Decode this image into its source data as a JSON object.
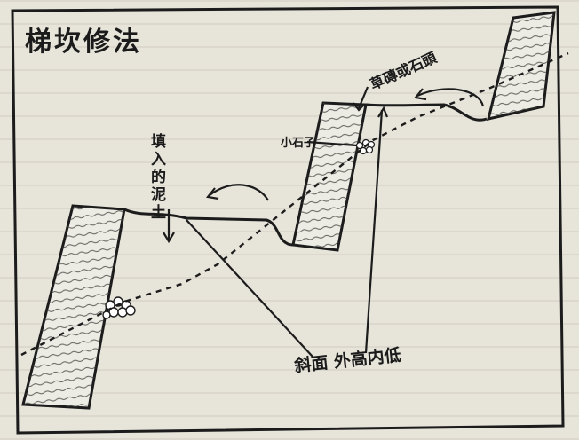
{
  "diagram": {
    "title": "梯坎修法",
    "labels": {
      "brick_or_stone": "草磚或石頭",
      "small_stone": "小石子",
      "fill_soil": "填入的泥土",
      "slope": "斜面 外高内低"
    }
  }
}
